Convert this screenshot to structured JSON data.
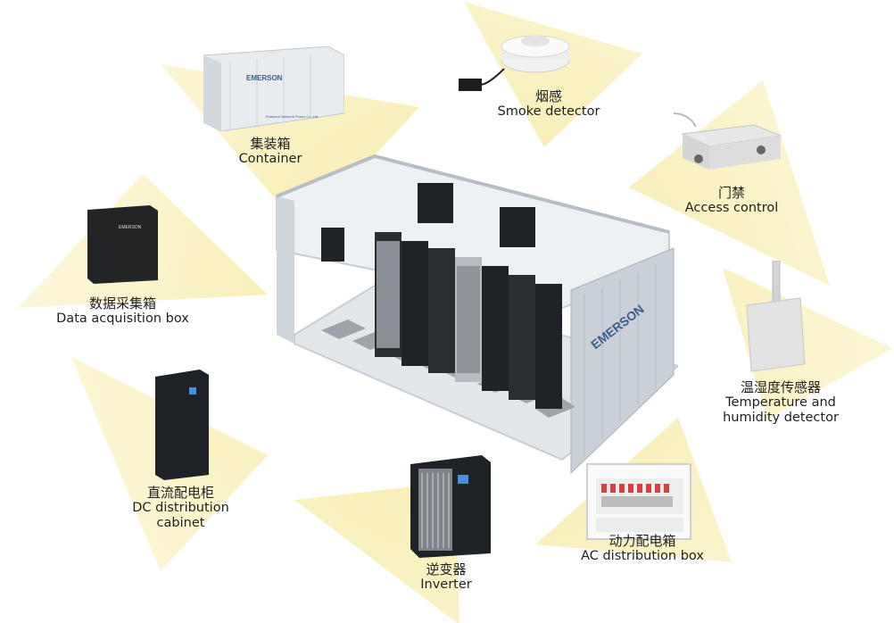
{
  "diagram": {
    "components": [
      {
        "id": "container",
        "cn": "集装箱",
        "en": "Container"
      },
      {
        "id": "smoke",
        "cn": "烟感",
        "en": "Smoke detector"
      },
      {
        "id": "access",
        "cn": "门禁",
        "en": "Access control"
      },
      {
        "id": "temp",
        "cn": "温湿度传感器",
        "en": "Temperature and",
        "en2": "humidity detector"
      },
      {
        "id": "ac",
        "cn": "动力配电箱",
        "en": "AC distribution box"
      },
      {
        "id": "inverter",
        "cn": "逆变器",
        "en": "Inverter"
      },
      {
        "id": "dc",
        "cn": "直流配电柜",
        "en": "DC distribution",
        "en2": "cabinet"
      },
      {
        "id": "daq",
        "cn": "数据采集箱",
        "en": "Data acquisition box"
      }
    ],
    "brand": {
      "logo_text": "EMERSON",
      "container_tagline": "Emerson Network Power Co.,Ltd."
    },
    "colors": {
      "ray": "#f7ecae",
      "ray_edge": "#fbf5d4",
      "cabinet": "#1f2226",
      "container_frame": "#c9cfd6",
      "panel": "#9aa3ac"
    }
  }
}
